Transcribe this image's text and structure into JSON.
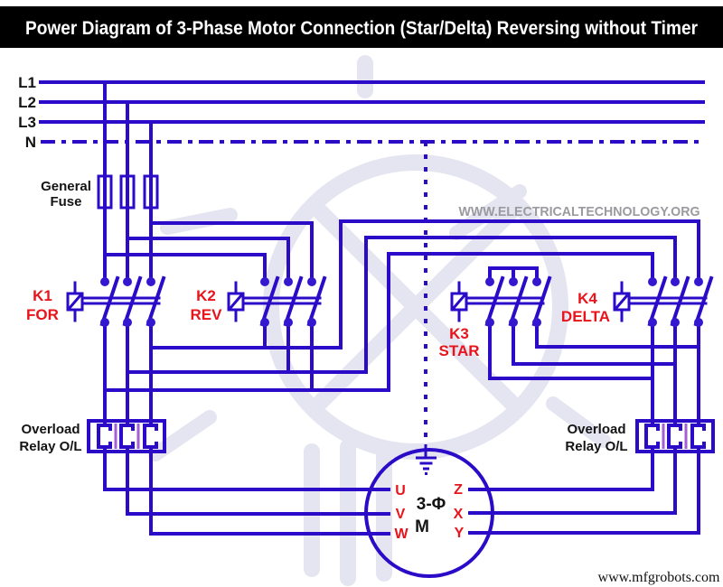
{
  "banner": {
    "title": "Power Diagram of 3-Phase Motor Connection (Star/Delta) Reversing without Timer"
  },
  "supply": {
    "lines": [
      {
        "label": "L1"
      },
      {
        "label": "L2"
      },
      {
        "label": "L3"
      },
      {
        "label": "N"
      }
    ]
  },
  "fuse": {
    "label_line1": "General",
    "label_line2": "Fuse"
  },
  "contactors": [
    {
      "id": "K1",
      "caption": "FOR"
    },
    {
      "id": "K2",
      "caption": "REV"
    },
    {
      "id": "K3",
      "caption": "STAR"
    },
    {
      "id": "K4",
      "caption": "DELTA"
    }
  ],
  "overload_left": {
    "line1": "Overload",
    "line2": "Relay O/L"
  },
  "overload_right": {
    "line1": "Overload",
    "line2": "Relay O/L"
  },
  "motor": {
    "phase": "3-Φ",
    "symbol": "M",
    "left_terminals": [
      "U",
      "V",
      "W"
    ],
    "right_terminals": [
      "Z",
      "X",
      "Y"
    ]
  },
  "watermark": {
    "site_text": "WWW.ELECTRICALTECHNOLOGY.ORG"
  },
  "footer": {
    "credit": "www.mfgrobots.com"
  },
  "colors": {
    "wire": "#2B0BC8",
    "junction_dot": "#3418CF",
    "label_red": "#E8131B",
    "label_black": "#141414",
    "watermark_text": "#9A9A9F",
    "watermark_art": "#E4E5F0",
    "heater_accent": "#A55FD5",
    "banner_bg": "#000000",
    "banner_text": "#FFFFFF"
  }
}
